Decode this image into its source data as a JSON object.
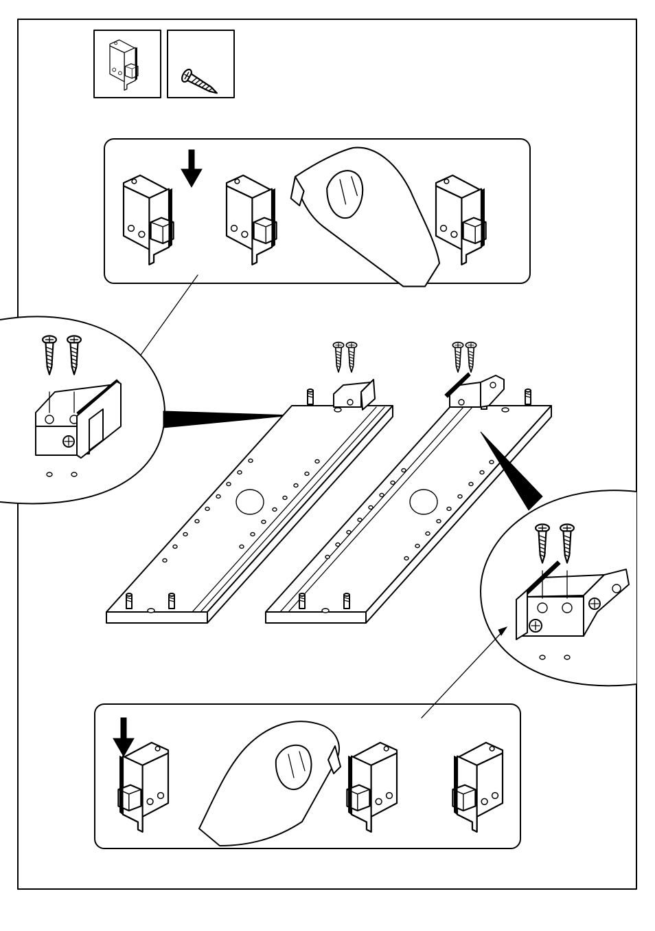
{
  "page": {
    "background": "#ffffff",
    "ink": "#000000"
  },
  "parts_legend": [
    {
      "icon": "slide-latch-bracket-icon",
      "quantity": ""
    },
    {
      "icon": "wood-screw-icon",
      "quantity": ""
    }
  ],
  "steps": [
    {
      "name": "top-panel",
      "description_icons": [
        "down-arrow-icon",
        "hand-icon",
        "latch-bracket-icon"
      ]
    },
    {
      "name": "bottom-panel",
      "description_icons": [
        "down-arrow-icon",
        "hand-icon",
        "latch-bracket-icon"
      ]
    }
  ],
  "callouts": [
    "left-magnifier-detail",
    "right-magnifier-detail"
  ],
  "boards": [
    "left-board",
    "right-board"
  ]
}
